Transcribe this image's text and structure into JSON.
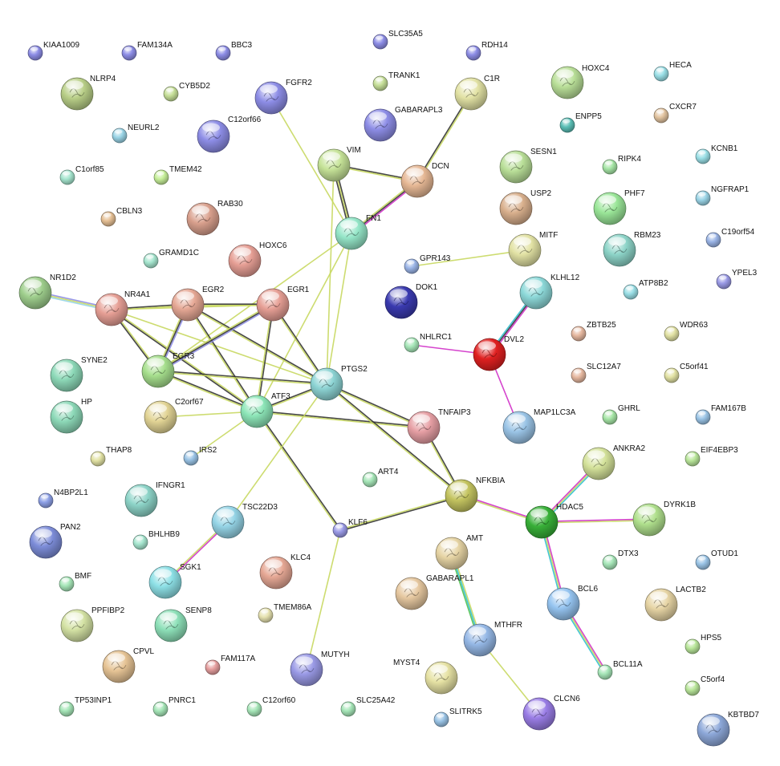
{
  "nodes": [
    {
      "id": "KIAA1009",
      "color": "#8d8de6"
    },
    {
      "id": "FAM134A",
      "color": "#8d8de6"
    },
    {
      "id": "BBC3",
      "color": "#8d8de6"
    },
    {
      "id": "SLC35A5",
      "color": "#8d8de6"
    },
    {
      "id": "RDH14",
      "color": "#8d8de6"
    },
    {
      "id": "NLRP4",
      "color": "#b9cf88"
    },
    {
      "id": "CYB5D2",
      "color": "#c6df98"
    },
    {
      "id": "FGFR2",
      "color": "#8d8de6"
    },
    {
      "id": "TRANK1",
      "color": "#c6df98"
    },
    {
      "id": "C1R",
      "color": "#e2e2a4"
    },
    {
      "id": "HOXC4",
      "color": "#b9df98"
    },
    {
      "id": "HECA",
      "color": "#9adfe6"
    },
    {
      "id": "GABARAPL3",
      "color": "#8d8de6"
    },
    {
      "id": "C12orf66",
      "color": "#8d8de6"
    },
    {
      "id": "NEURL2",
      "color": "#9ad4e6"
    },
    {
      "id": "ENPP5",
      "color": "#5bbfb6"
    },
    {
      "id": "CXCR7",
      "color": "#e2c4a0"
    },
    {
      "id": "C1orf85",
      "color": "#a6e6cf"
    },
    {
      "id": "TMEM42",
      "color": "#c6ef98"
    },
    {
      "id": "VIM",
      "color": "#c6e398"
    },
    {
      "id": "DCN",
      "color": "#e6b895"
    },
    {
      "id": "SESN1",
      "color": "#b9df98"
    },
    {
      "id": "RIPK4",
      "color": "#a6e6a6"
    },
    {
      "id": "KCNB1",
      "color": "#9adfe6"
    },
    {
      "id": "CBLN3",
      "color": "#e6c095"
    },
    {
      "id": "RAB30",
      "color": "#d9a08d"
    },
    {
      "id": "USP2",
      "color": "#d9b08d"
    },
    {
      "id": "PHF7",
      "color": "#9ae698"
    },
    {
      "id": "NGFRAP1",
      "color": "#9ad4e6"
    },
    {
      "id": "FN1",
      "color": "#95e6c8"
    },
    {
      "id": "C19orf54",
      "color": "#9ab4e6"
    },
    {
      "id": "GRAMD1C",
      "color": "#a6e6cf"
    },
    {
      "id": "HOXC6",
      "color": "#e69f95"
    },
    {
      "id": "MITF",
      "color": "#e2e2a4"
    },
    {
      "id": "RBM23",
      "color": "#8dd4c8"
    },
    {
      "id": "GPR143",
      "color": "#9ab4e6"
    },
    {
      "id": "NR1D2",
      "color": "#9fcf8d"
    },
    {
      "id": "KLHL12",
      "color": "#8dd9d9"
    },
    {
      "id": "YPEL3",
      "color": "#9a9ae6"
    },
    {
      "id": "DOK1",
      "color": "#3a3ab0"
    },
    {
      "id": "ATP8B2",
      "color": "#9adfe6"
    },
    {
      "id": "NR4A1",
      "color": "#e69f95"
    },
    {
      "id": "EGR2",
      "color": "#e6a895"
    },
    {
      "id": "EGR1",
      "color": "#e69f95"
    },
    {
      "id": "ZBTB25",
      "color": "#e6b8a0"
    },
    {
      "id": "WDR63",
      "color": "#e2e2a4"
    },
    {
      "id": "NHLRC1",
      "color": "#a6e6b8"
    },
    {
      "id": "DVL2",
      "color": "#e02020"
    },
    {
      "id": "SYNE2",
      "color": "#8dd9b8"
    },
    {
      "id": "EGR3",
      "color": "#a6df8d"
    },
    {
      "id": "PTGS2",
      "color": "#8dd4d4"
    },
    {
      "id": "SLC12A7",
      "color": "#e6b8a0"
    },
    {
      "id": "C5orf41",
      "color": "#e2e2a4"
    },
    {
      "id": "ATF3",
      "color": "#8de6b8"
    },
    {
      "id": "C2orf67",
      "color": "#e2d495"
    },
    {
      "id": "HP",
      "color": "#8dd9b8"
    },
    {
      "id": "TNFAIP3",
      "color": "#e69fa4"
    },
    {
      "id": "MAP1LC3A",
      "color": "#9ac4e6"
    },
    {
      "id": "GHRL",
      "color": "#a6e6a6"
    },
    {
      "id": "FAM167B",
      "color": "#9ac4e6"
    },
    {
      "id": "IRS2",
      "color": "#9ac4e6"
    },
    {
      "id": "THAP8",
      "color": "#e2e2a4"
    },
    {
      "id": "ANKRA2",
      "color": "#d4e29a"
    },
    {
      "id": "EIF4EBP3",
      "color": "#b9e69a"
    },
    {
      "id": "ART4",
      "color": "#a6e6b8"
    },
    {
      "id": "IFNGR1",
      "color": "#8dd4c8"
    },
    {
      "id": "N4BP2L1",
      "color": "#8da0e6"
    },
    {
      "id": "NFKBIA",
      "color": "#c4c460"
    },
    {
      "id": "TSC22D3",
      "color": "#95d4e6"
    },
    {
      "id": "HDAC5",
      "color": "#38b038"
    },
    {
      "id": "DYRK1B",
      "color": "#b0e08d"
    },
    {
      "id": "PAN2",
      "color": "#7d8dd9"
    },
    {
      "id": "KLF6",
      "color": "#9a9ae6"
    },
    {
      "id": "BHLHB9",
      "color": "#a6e6cf"
    },
    {
      "id": "AMT",
      "color": "#e6d4a4"
    },
    {
      "id": "DTX3",
      "color": "#a6e6b8"
    },
    {
      "id": "OTUD1",
      "color": "#9ac4e6"
    },
    {
      "id": "KLC4",
      "color": "#e6a895"
    },
    {
      "id": "SGK1",
      "color": "#8de0e6"
    },
    {
      "id": "BMF",
      "color": "#a6e6b8"
    },
    {
      "id": "GABARAPL1",
      "color": "#e6c8a0"
    },
    {
      "id": "BCL6",
      "color": "#95c4f0"
    },
    {
      "id": "LACTB2",
      "color": "#e6d4a4"
    },
    {
      "id": "PPFIBP2",
      "color": "#d4e2a4"
    },
    {
      "id": "SENP8",
      "color": "#8de0b8"
    },
    {
      "id": "TMEM86A",
      "color": "#e6e2b0"
    },
    {
      "id": "MTHFR",
      "color": "#95b8e6"
    },
    {
      "id": "HPS5",
      "color": "#b9e69a"
    },
    {
      "id": "CPVL",
      "color": "#e6c495"
    },
    {
      "id": "FAM117A",
      "color": "#e69f9f"
    },
    {
      "id": "MUTYH",
      "color": "#9a9ae6"
    },
    {
      "id": "MYST4",
      "color": "#e6e2a4"
    },
    {
      "id": "BCL11A",
      "color": "#a6e6b8"
    },
    {
      "id": "C5orf4",
      "color": "#b9e69a"
    },
    {
      "id": "TP53INP1",
      "color": "#a6e6b8"
    },
    {
      "id": "PNRC1",
      "color": "#a6e6b8"
    },
    {
      "id": "C12orf60",
      "color": "#a6e6b8"
    },
    {
      "id": "SLC25A42",
      "color": "#a6e6b8"
    },
    {
      "id": "CLCN6",
      "color": "#9a7de6"
    },
    {
      "id": "SLITRK5",
      "color": "#9ac4e6"
    },
    {
      "id": "KBTBD7",
      "color": "#8da8d9"
    }
  ],
  "edges": [
    {
      "source": "C1R",
      "target": "DCN",
      "colors": [
        "#c8d860",
        "#333333"
      ]
    },
    {
      "source": "FGFR2",
      "target": "FN1",
      "colors": [
        "#c8d860"
      ]
    },
    {
      "source": "VIM",
      "target": "DCN",
      "colors": [
        "#333333",
        "#c8d860"
      ]
    },
    {
      "source": "VIM",
      "target": "FN1",
      "colors": [
        "#333333",
        "#c8d860",
        "#333333"
      ]
    },
    {
      "source": "DCN",
      "target": "FN1",
      "colors": [
        "#d030c8",
        "#333333",
        "#c8d860"
      ]
    },
    {
      "source": "VIM",
      "target": "PTGS2",
      "colors": [
        "#c8d860"
      ]
    },
    {
      "source": "FN1",
      "target": "PTGS2",
      "colors": [
        "#c8d860"
      ]
    },
    {
      "source": "FN1",
      "target": "EGR3",
      "colors": [
        "#c8d860"
      ]
    },
    {
      "source": "FN1",
      "target": "ATF3",
      "colors": [
        "#c8d860"
      ]
    },
    {
      "source": "GPR143",
      "target": "MITF",
      "colors": [
        "#c8d860"
      ]
    },
    {
      "source": "NR1D2",
      "target": "NR4A1",
      "colors": [
        "#8d8de6",
        "#c8d860",
        "#95d4e6"
      ]
    },
    {
      "source": "NR4A1",
      "target": "EGR2",
      "colors": [
        "#333333",
        "#c8d860"
      ]
    },
    {
      "source": "NR4A1",
      "target": "EGR1",
      "colors": [
        "#c8d860"
      ]
    },
    {
      "source": "NR4A1",
      "target": "EGR3",
      "colors": [
        "#c8d860",
        "#333333"
      ]
    },
    {
      "source": "NR4A1",
      "target": "ATF3",
      "colors": [
        "#c8d860",
        "#333333"
      ]
    },
    {
      "source": "NR4A1",
      "target": "PTGS2",
      "colors": [
        "#c8d860"
      ]
    },
    {
      "source": "EGR2",
      "target": "EGR1",
      "colors": [
        "#333333",
        "#c8d860"
      ]
    },
    {
      "source": "EGR2",
      "target": "EGR3",
      "colors": [
        "#8d8de6",
        "#333333",
        "#c8d860"
      ]
    },
    {
      "source": "EGR2",
      "target": "ATF3",
      "colors": [
        "#333333",
        "#c8d860"
      ]
    },
    {
      "source": "EGR2",
      "target": "PTGS2",
      "colors": [
        "#333333",
        "#c8d860"
      ]
    },
    {
      "source": "EGR1",
      "target": "EGR3",
      "colors": [
        "#8d8de6",
        "#333333",
        "#c8d860"
      ]
    },
    {
      "source": "EGR1",
      "target": "ATF3",
      "colors": [
        "#333333",
        "#c8d860"
      ]
    },
    {
      "source": "EGR1",
      "target": "PTGS2",
      "colors": [
        "#333333",
        "#c8d860"
      ]
    },
    {
      "source": "EGR3",
      "target": "ATF3",
      "colors": [
        "#333333",
        "#c8d860"
      ]
    },
    {
      "source": "EGR3",
      "target": "PTGS2",
      "colors": [
        "#333333",
        "#c8d860"
      ]
    },
    {
      "source": "ATF3",
      "target": "PTGS2",
      "colors": [
        "#333333",
        "#c8d860"
      ]
    },
    {
      "source": "ATF3",
      "target": "C2orf67",
      "colors": [
        "#c8d860"
      ]
    },
    {
      "source": "ATF3",
      "target": "IRS2",
      "colors": [
        "#c8d860"
      ]
    },
    {
      "source": "ATF3",
      "target": "TNFAIP3",
      "colors": [
        "#333333",
        "#c8d860"
      ]
    },
    {
      "source": "ATF3",
      "target": "KLF6",
      "colors": [
        "#333333",
        "#c8d860"
      ]
    },
    {
      "source": "PTGS2",
      "target": "TNFAIP3",
      "colors": [
        "#333333",
        "#c8d860"
      ]
    },
    {
      "source": "PTGS2",
      "target": "NFKBIA",
      "colors": [
        "#333333",
        "#c8d860"
      ]
    },
    {
      "source": "PTGS2",
      "target": "TSC22D3",
      "colors": [
        "#c8d860"
      ]
    },
    {
      "source": "TNFAIP3",
      "target": "NFKBIA",
      "colors": [
        "#333333",
        "#c8d860"
      ]
    },
    {
      "source": "NFKBIA",
      "target": "KLF6",
      "colors": [
        "#333333",
        "#c8d860"
      ]
    },
    {
      "source": "NFKBIA",
      "target": "HDAC5",
      "colors": [
        "#d030c8",
        "#c8d860"
      ]
    },
    {
      "source": "KLHL12",
      "target": "DVL2",
      "colors": [
        "#d030c8",
        "#333333",
        "#30c0d0"
      ]
    },
    {
      "source": "NHLRC1",
      "target": "DVL2",
      "colors": [
        "#d030c8"
      ]
    },
    {
      "source": "DVL2",
      "target": "MAP1LC3A",
      "colors": [
        "#d030c8"
      ]
    },
    {
      "source": "ANKRA2",
      "target": "HDAC5",
      "colors": [
        "#30c0d0",
        "#c8d860",
        "#d030c8"
      ]
    },
    {
      "source": "HDAC5",
      "target": "DYRK1B",
      "colors": [
        "#d030c8",
        "#c8d860"
      ]
    },
    {
      "source": "HDAC5",
      "target": "BCL6",
      "colors": [
        "#d030c8",
        "#c8d860",
        "#30c0d0"
      ]
    },
    {
      "source": "BCL6",
      "target": "BCL11A",
      "colors": [
        "#d030c8",
        "#c8d860",
        "#30c0d0"
      ]
    },
    {
      "source": "TSC22D3",
      "target": "SGK1",
      "colors": [
        "#d030c8",
        "#c8d860"
      ]
    },
    {
      "source": "KLF6",
      "target": "MUTYH",
      "colors": [
        "#c8d860"
      ]
    },
    {
      "source": "AMT",
      "target": "MTHFR",
      "colors": [
        "#c8d860",
        "#30c0d0",
        "#50c050"
      ]
    },
    {
      "source": "MTHFR",
      "target": "CLCN6",
      "colors": [
        "#c8d860"
      ]
    }
  ]
}
